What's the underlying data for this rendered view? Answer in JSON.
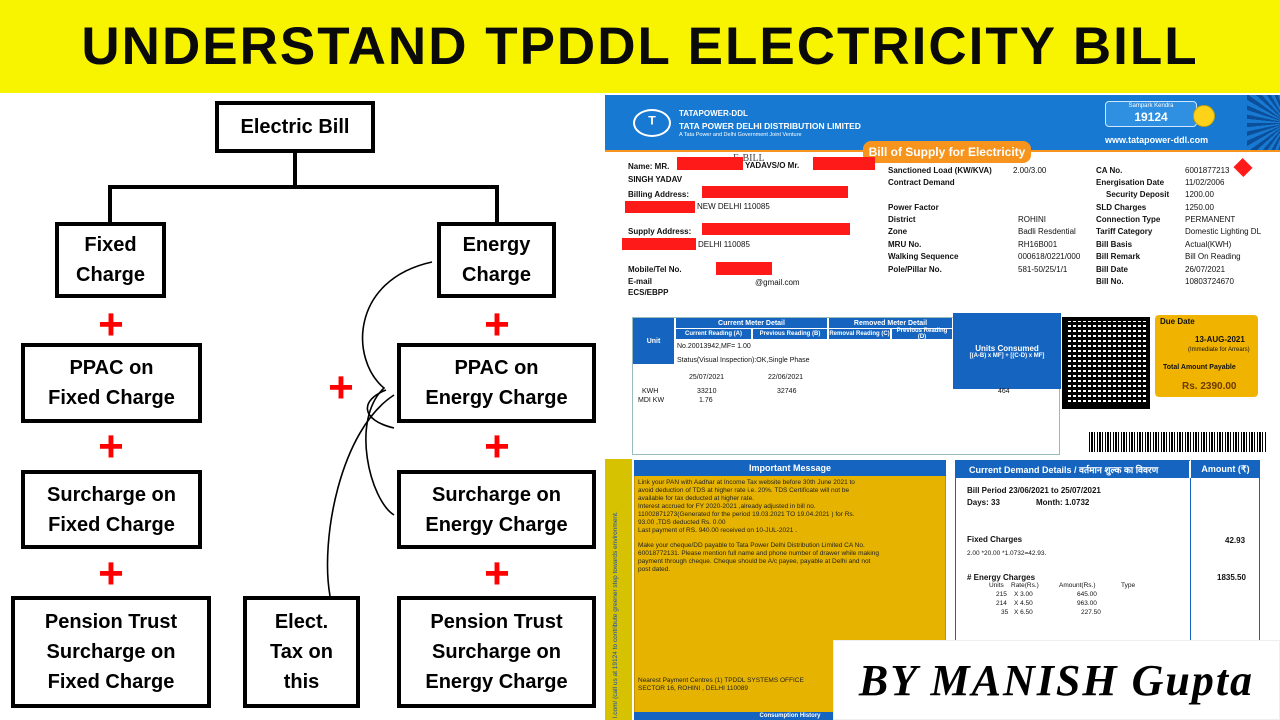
{
  "banner": {
    "title": "UNDERSTAND TPDDL ELECTRICITY BILL"
  },
  "diagram": {
    "root": "Electric Bill",
    "fixed": [
      "Fixed\nCharge",
      "PPAC on\nFixed Charge",
      "Surcharge on\nFixed Charge",
      "Pension Trust\nSurcharge on\nFixed Charge"
    ],
    "energy": [
      "Energy\nCharge",
      "PPAC on\nEnergy Charge",
      "Surcharge on\nEnergy Charge",
      "Pension Trust\nSurcharge on\nEnergy Charge"
    ],
    "tax": "Elect.\nTax on\nthis",
    "plus_symbol": "+",
    "colors": {
      "plus": "#ff0000",
      "banner": "#f8f400"
    }
  },
  "bill": {
    "company_brand": "TATAPOWER-DDL",
    "company_name": "TATA POWER DELHI DISTRIBUTION LIMITED",
    "company_tagline": "A Tata Power and Delhi Government Joint Venture",
    "sampark_label": "Sampark Kendra",
    "sampark_number": "19124",
    "website": "www.tatapower-ddl.com",
    "supply_banner": "Bill of Supply for Electricity",
    "ebill": "E-BILL",
    "customer": {
      "name_label": "Name: MR.",
      "name_mid": "YADAVS/O Mr.",
      "name_line2": "SINGH  YADAV",
      "billing_label": "Billing Address:",
      "billing_city": "NEW DELHI 110085",
      "supply_label": "Supply Address:",
      "supply_city": "DELHI 110085",
      "mobile_label": "Mobile/Tel No.",
      "email_label": "E-mail",
      "email_value": "@gmail.com",
      "ecs_label": "ECS/EBPP"
    },
    "mid_fields": [
      {
        "label": "Sanctioned Load (KW/KVA)",
        "value": "2.00/3.00"
      },
      {
        "label": "Contract Demand",
        "value": ""
      },
      {
        "label": "Power Factor",
        "value": ""
      },
      {
        "label": "District",
        "value": "ROHINI"
      },
      {
        "label": "Zone",
        "value": "Badli Resdential"
      },
      {
        "label": "MRU No.",
        "value": "RH16B001"
      },
      {
        "label": "Walking Sequence",
        "value": "000618/0221/000"
      },
      {
        "label": "Pole/Pillar No.",
        "value": "581-50/25/1/1"
      }
    ],
    "right_fields": [
      {
        "label": "CA No.",
        "value": "6001877213"
      },
      {
        "label": "Energisation Date",
        "value": "11/02/2006"
      },
      {
        "label": "Security Deposit",
        "value": "1200.00"
      },
      {
        "label": "SLD Charges",
        "value": "1250.00"
      },
      {
        "label": "Connection Type",
        "value": "PERMANENT"
      },
      {
        "label": "Tariff Category",
        "value": "Domestic Lighting  DL"
      },
      {
        "label": "Bill Basis",
        "value": "Actual(KWH)"
      },
      {
        "label": "Bill Remark",
        "value": "Bill On Reading"
      },
      {
        "label": "Bill Date",
        "value": "26/07/2021"
      },
      {
        "label": "Bill No.",
        "value": "10803724670"
      }
    ],
    "meter": {
      "unit_label": "Unit",
      "current_detail": "Current Meter Detail",
      "removed_detail": "Removed Meter Detail",
      "col_current": "Current Reading (A)",
      "col_previous": "Previous Reading (B)",
      "col_removal": "Removal Reading (C)",
      "col_prev_d": "Previous Reading (D)",
      "units_consumed": "Units Consumed",
      "units_formula": "[(A-B) x MF] + [(C-D) x MF]",
      "meter_no": "No.20013942,MF= 1.00",
      "status": "Status(Visual Inspection):OK,Single Phase",
      "date_a": "25/07/2021",
      "date_b": "22/06/2021",
      "rows": [
        {
          "unit": "KWH",
          "a": "33210",
          "b": "32746",
          "units": "464"
        },
        {
          "unit": "MDI KW",
          "a": "1.76",
          "b": "",
          "units": ""
        }
      ]
    },
    "due": {
      "label": "Due Date",
      "date": "13-AUG-2021",
      "note": "(Immediate for Arrears)",
      "total_label": "Total Amount Payable",
      "total": "Rs. 2390.00"
    },
    "important": {
      "title": "Important Message",
      "p1": "Link your PAN with Aadhar at Income Tax website before 30th June 2021 to\navoid deduction of TDS at higher rate i.e. 20%. TDS Certificate will not be\navailable for tax deducted at higher rate.\nInterest accrued for FY 2020-2021 ,already adjusted in bill no.\n11002871273(Generated for the period 19.03.2021 TO 19.04.2021 ) for Rs.\n93.00 ,TDS deducted Rs. 0.00\nLast payment of RS. 940.00 received on 10-JUL-2021 .",
      "p2": "Make your cheque/DD payable to Tata Power Delhi Distribution Limited CA No.\n60018772131. Please mention full name and phone number of drawer while making\npayment through cheque. Cheque should be A/c payee, payable at Delhi and not\npost dated.",
      "p3": "Nearest Payment Centres (1) TPDDL SYSTEMS OFFICE\nSECTOR 16, ROHINI , DELHI 110089",
      "side_text": "l.com/ (call us at 19124 to contribute greener step towards environment.",
      "history": "Consumption History"
    },
    "demand": {
      "title": "Current Demand Details / वर्तमान शुल्क का विवरण",
      "amount_head": "Amount (₹)",
      "bill_period": "Bill Period 23/06/2021 to 25/07/2021",
      "days": "Days: 33",
      "month": "Month: 1.0732",
      "fixed_label": "Fixed Charges",
      "fixed_formula": "2.00 *20.00 *1.0732=42.93.",
      "fixed_amount": "42.93",
      "energy_label": "#  Energy Charges",
      "energy_amount": "1835.50",
      "energy_cols": [
        "Units",
        "Rate(Rs.)",
        "Amount(Rs.)",
        "Type"
      ],
      "energy_rows": [
        [
          "215",
          "X 3.00",
          "645.00"
        ],
        [
          "214",
          "X 4.50",
          "963.00"
        ],
        [
          "35",
          "X 6.50",
          "227.50"
        ]
      ]
    }
  },
  "signature": "BY MANISH Gupta"
}
